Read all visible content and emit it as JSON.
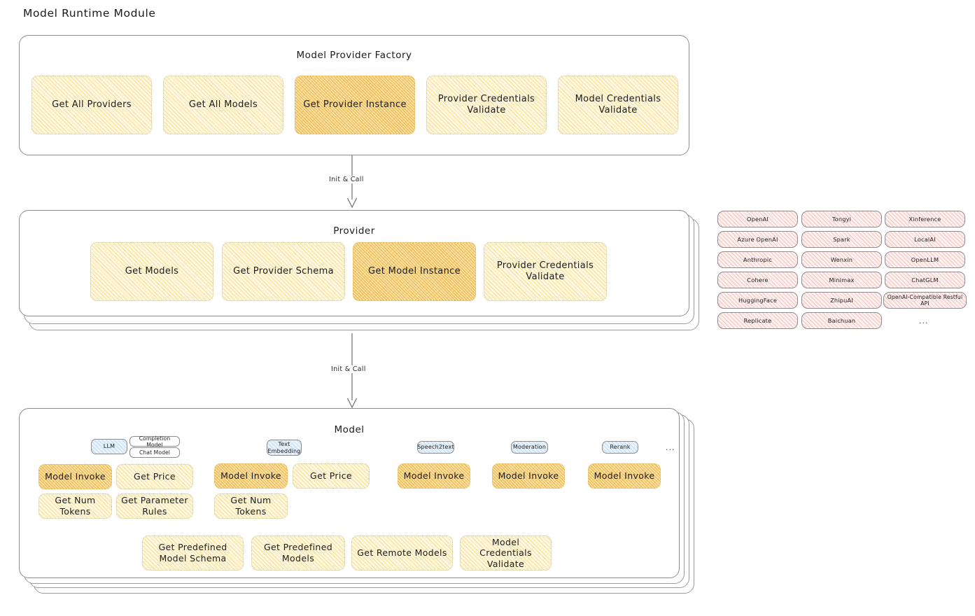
{
  "diagram": {
    "title": "Model Runtime Module",
    "type": "layered-architecture-flow",
    "ellipsis": "..."
  },
  "factory": {
    "title": "Model Provider Factory",
    "methods": [
      {
        "label": "Get All Providers",
        "highlighted": false
      },
      {
        "label": "Get All Models",
        "highlighted": false
      },
      {
        "label": "Get Provider Instance",
        "highlighted": true
      },
      {
        "label": "Provider Credentials Validate",
        "highlighted": false
      },
      {
        "label": "Model Credentials Validate",
        "highlighted": false
      }
    ]
  },
  "arrows": [
    {
      "label": "Init & Call",
      "from": "factory",
      "to": "provider"
    },
    {
      "label": "Init & Call",
      "from": "provider",
      "to": "model"
    }
  ],
  "provider": {
    "title": "Provider",
    "methods": [
      {
        "label": "Get Models",
        "highlighted": false
      },
      {
        "label": "Get Provider Schema",
        "highlighted": false
      },
      {
        "label": "Get Model Instance",
        "highlighted": true
      },
      {
        "label": "Provider Credentials Validate",
        "highlighted": false
      }
    ]
  },
  "provider_list": {
    "columns": [
      [
        "OpenAI",
        "Azure OpenAI",
        "Anthropic",
        "Cohere",
        "HuggingFace",
        "Replicate"
      ],
      [
        "Tongyi",
        "Spark",
        "Wenxin",
        "Minimax",
        "ZhipuAI",
        "Baichuan"
      ],
      [
        "Xinference",
        "LocalAI",
        "OpenLLM",
        "ChatGLM",
        "OpenAI-Compatible Restful API"
      ]
    ],
    "more": "..."
  },
  "model": {
    "title": "Model",
    "types": [
      {
        "name": "LLM",
        "subtypes": [
          "Completion Model",
          "Chat Model"
        ],
        "methods": [
          {
            "label": "Model Invoke",
            "highlighted": true
          },
          {
            "label": "Get Price",
            "highlighted": false
          },
          {
            "label": "Get Num Tokens",
            "highlighted": false
          },
          {
            "label": "Get Parameter Rules",
            "highlighted": false
          }
        ]
      },
      {
        "name": "Text Embedding",
        "subtypes": [],
        "methods": [
          {
            "label": "Model Invoke",
            "highlighted": true
          },
          {
            "label": "Get Price",
            "highlighted": false
          },
          {
            "label": "Get Num Tokens",
            "highlighted": false
          }
        ]
      },
      {
        "name": "Speech2text",
        "subtypes": [],
        "methods": [
          {
            "label": "Model Invoke",
            "highlighted": true
          }
        ]
      },
      {
        "name": "Moderation",
        "subtypes": [],
        "methods": [
          {
            "label": "Model Invoke",
            "highlighted": true
          }
        ]
      },
      {
        "name": "Rerank",
        "subtypes": [],
        "methods": [
          {
            "label": "Model Invoke",
            "highlighted": true
          }
        ]
      }
    ],
    "shared_methods": [
      {
        "label": "Get Predefined Model Schema"
      },
      {
        "label": "Get Predefined Models"
      },
      {
        "label": "Get Remote Models"
      },
      {
        "label": "Model Credentials Validate"
      }
    ]
  },
  "colors": {
    "box_fill": "#fdf7e0",
    "box_hatch": "#f4cd5c",
    "box_highlight_fill": "#fbe3ac",
    "box_highlight_hatch": "#e5a524",
    "provider_chip_fill": "#fdf0ef",
    "provider_chip_hatch": "#e2837c",
    "model_chip_fill": "#e8f2fb",
    "model_chip_hatch": "#78afe1",
    "panel_border": "#8e8e8e",
    "text": "#1d1d1d",
    "background": "#ffffff"
  }
}
